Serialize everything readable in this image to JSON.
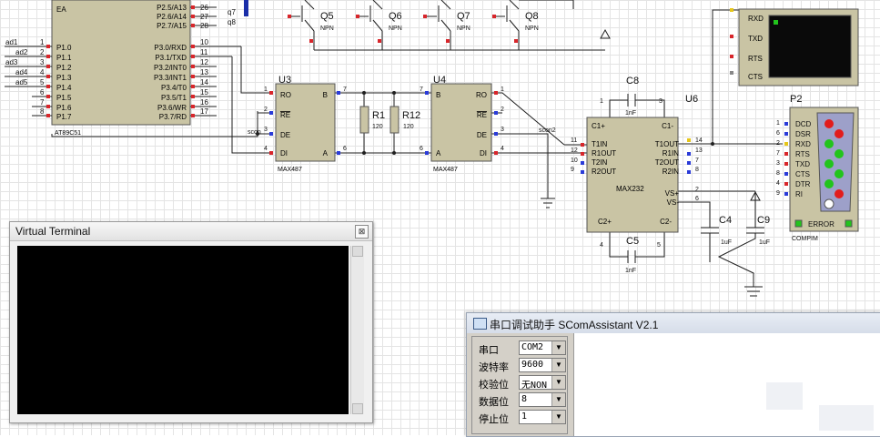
{
  "schematic": {
    "mcu": {
      "pins_left": [
        "EA",
        "P1.0",
        "P1.1",
        "P1.2",
        "P1.3",
        "P1.4",
        "P1.5",
        "P1.6",
        "P1.7"
      ],
      "pins_right": [
        "P2.5/A13",
        "P2.6/A14",
        "P2.7/A15",
        "P3.0/RXD",
        "P3.1/TXD",
        "P3.2/INT0",
        "P3.3/INT1",
        "P3.4/T0",
        "P3.5/T1",
        "P3.6/WR",
        "P3.7/RD"
      ],
      "pin_numbers_right": [
        "26",
        "27",
        "28",
        "10",
        "11",
        "12",
        "13",
        "14",
        "15",
        "16",
        "17"
      ],
      "pin_numbers_left": [
        "1",
        "2",
        "3",
        "4",
        "5",
        "6",
        "7",
        "8"
      ],
      "net_labels_left": [
        "ad1",
        "ad2",
        "ad3",
        "ad4",
        "ad5"
      ],
      "net_labels_top": [
        "q7",
        "q8"
      ],
      "part": "AT89C51"
    },
    "transistors": [
      {
        "ref": "Q5",
        "type": "NPN"
      },
      {
        "ref": "Q6",
        "type": "NPN"
      },
      {
        "ref": "Q7",
        "type": "NPN"
      },
      {
        "ref": "Q8",
        "type": "NPN"
      }
    ],
    "u3": {
      "ref": "U3",
      "part": "MAX487",
      "pins": [
        "RO",
        "RE",
        "DE",
        "DI",
        "B",
        "A"
      ],
      "pin_numbers": [
        "1",
        "2",
        "3",
        "4",
        "7",
        "6"
      ]
    },
    "u4": {
      "ref": "U4",
      "part": "MAX487",
      "pins": [
        "B",
        "A",
        "RO",
        "RE",
        "DE",
        "DI"
      ],
      "pin_numbers": [
        "7",
        "6",
        "1",
        "2",
        "3",
        "4"
      ]
    },
    "r1": {
      "ref": "R1",
      "value": "120"
    },
    "r12": {
      "ref": "R12",
      "value": "120"
    },
    "net_scon": [
      "scon",
      "scon2"
    ],
    "u6": {
      "ref": "U6",
      "part": "MAX232",
      "pins_left": [
        "C1+",
        "T1IN",
        "R1OUT",
        "T2IN",
        "R2OUT",
        "C2+"
      ],
      "pins_right": [
        "C1-",
        "T1OUT",
        "R1IN",
        "T2OUT",
        "R2IN",
        "VS+",
        "VS-",
        "C2-"
      ],
      "pin_numbers": [
        "1",
        "3",
        "11",
        "12",
        "10",
        "9",
        "14",
        "13",
        "7",
        "8",
        "2",
        "6",
        "4",
        "5"
      ]
    },
    "caps": [
      {
        "ref": "C8",
        "value": "1nF"
      },
      {
        "ref": "C5",
        "value": "1nF"
      },
      {
        "ref": "C4",
        "value": "1uF"
      },
      {
        "ref": "C9",
        "value": "1uF"
      }
    ],
    "terminal_part": {
      "pins": [
        "RXD",
        "TXD",
        "RTS",
        "CTS"
      ]
    },
    "p2": {
      "ref": "P2",
      "part": "COMPIM",
      "status": "ERROR",
      "pins": [
        "DCD",
        "DSR",
        "RXD",
        "RTS",
        "TXD",
        "CTS",
        "DTR",
        "RI"
      ],
      "pin_numbers": [
        "1",
        "6",
        "2",
        "7",
        "3",
        "8",
        "4",
        "9"
      ]
    }
  },
  "virtual_terminal": {
    "title": "Virtual Terminal",
    "close_glyph": "⊠"
  },
  "serial_assistant": {
    "title": "串口调试助手 SComAssistant V2.1",
    "fields": [
      {
        "label": "串口",
        "value": "COM2"
      },
      {
        "label": "波特率",
        "value": "9600"
      },
      {
        "label": "校验位",
        "value": "无NON"
      },
      {
        "label": "数据位",
        "value": "8"
      },
      {
        "label": "停止位",
        "value": "1"
      }
    ]
  },
  "colors": {
    "wire": "#1f1f1f",
    "component_fill": "#c9c4a4",
    "component_stroke": "#555555",
    "pin_red": "#d8262b",
    "pin_blue": "#2a3bd8",
    "led_red": "#e21c1c",
    "led_green": "#22c41c",
    "terminal_black": "#000000"
  }
}
